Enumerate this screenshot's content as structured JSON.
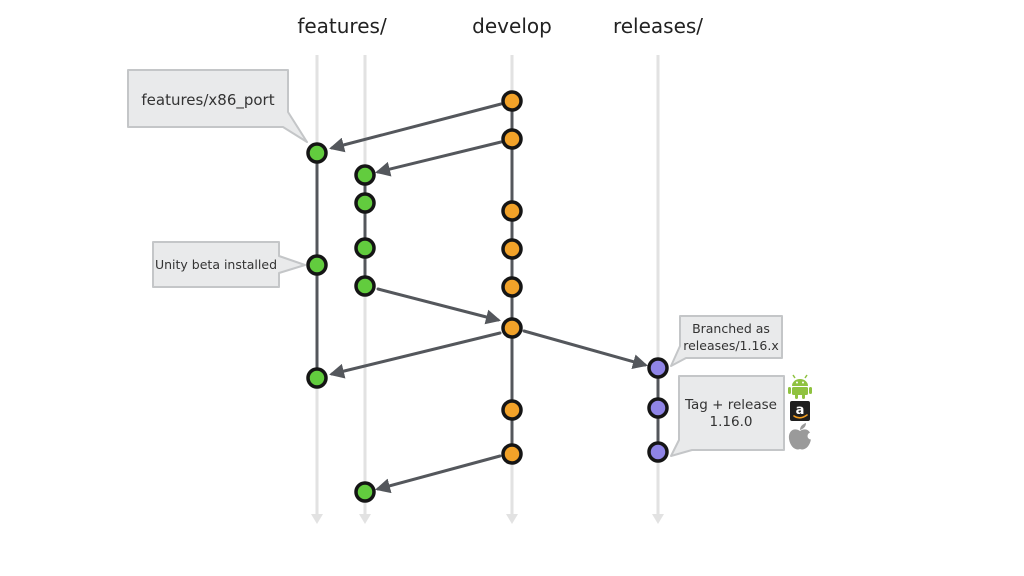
{
  "columns": {
    "features": "features/",
    "develop": "develop",
    "releases": "releases/"
  },
  "callouts": {
    "feature_branch": "features/x86_port",
    "unity": "Unity beta installed",
    "branched_line1": "Branched as",
    "branched_line2": "releases/1.16.x",
    "tag_line1": "Tag + release",
    "tag_line2": "1.16.0"
  },
  "platform_icons": [
    "android-icon",
    "amazon-icon",
    "apple-icon"
  ],
  "colors": {
    "feature_node": "#62cc3e",
    "develop_node": "#f2a229",
    "release_node": "#8f84e6",
    "node_outline": "#151515",
    "lane": "#e2e2e2",
    "connector": "#54575c",
    "callout_fill": "#e9eaeb",
    "callout_stroke": "#c4c6c8",
    "android": "#8fc23f",
    "amazon_orange": "#f29c1f"
  }
}
